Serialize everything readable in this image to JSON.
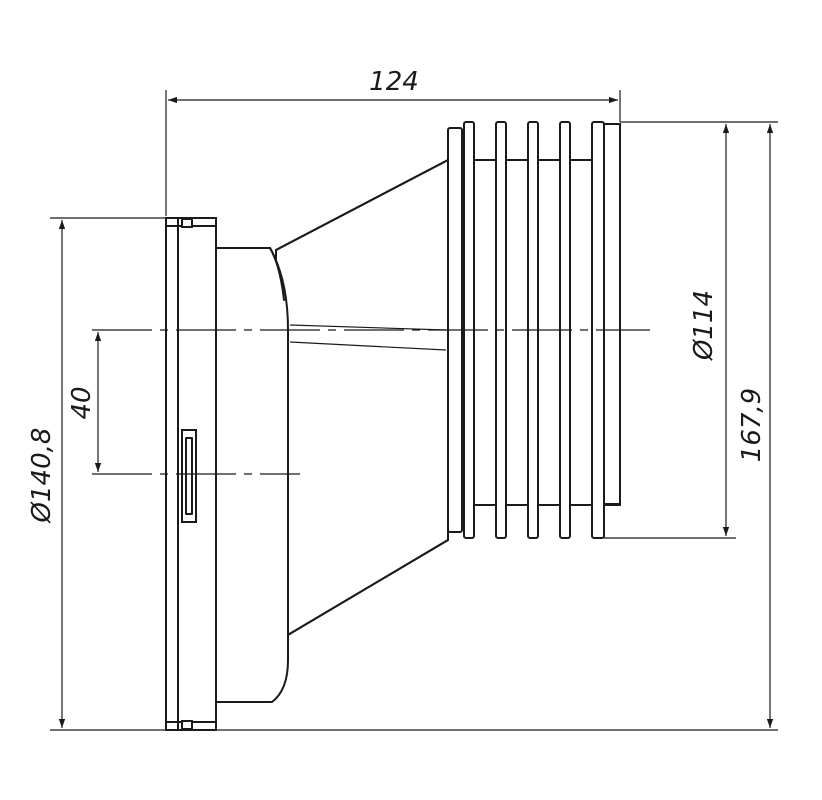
{
  "drawing": {
    "dimensions": {
      "length": "124",
      "outlet_diameter": "Ø114",
      "overall_height": "167,9",
      "inlet_diameter": "Ø140,8",
      "offset": "40"
    }
  }
}
